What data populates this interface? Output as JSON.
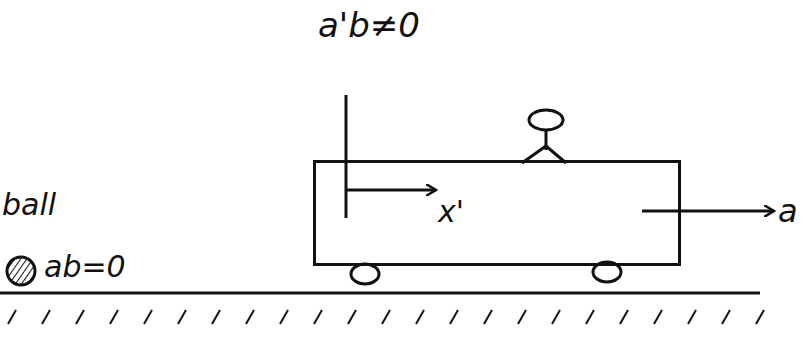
{
  "diagram": {
    "nodes": [
      {
        "text": [
          "x'"
        ]
      }
    ],
    "labels": [
      "a'b≠0",
      "ball",
      "ab=0",
      "a"
    ]
  }
}
